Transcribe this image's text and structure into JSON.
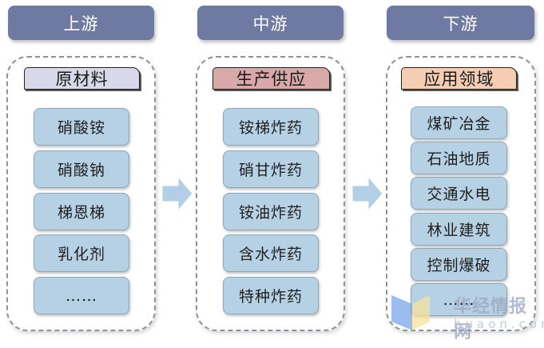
{
  "stages": [
    {
      "header": "上游",
      "category": "原材料",
      "category_color": "#d9d8ea",
      "items": [
        "硝酸铵",
        "硝酸钠",
        "梯恩梯",
        "乳化剂",
        "……"
      ]
    },
    {
      "header": "中游",
      "category": "生产供应",
      "category_color": "#d9a8a8",
      "items": [
        "铵梯炸药",
        "硝甘炸药",
        "铵油炸药",
        "含水炸药",
        "特种炸药"
      ]
    },
    {
      "header": "下游",
      "category": "应用领域",
      "category_color": "#f5cdb2",
      "items": [
        "煤矿冶金",
        "石油地质",
        "交通水电",
        "林业建筑",
        "控制爆破",
        "……"
      ]
    }
  ],
  "arrows": [
    "arrow-right",
    "arrow-right"
  ],
  "colors": {
    "header_bg": "#6f7aa3",
    "item_bg": "#b6d0e4",
    "arrow": "#b3cfe6"
  },
  "watermark": {
    "name": "华经情报网",
    "url": "huaon.com"
  }
}
